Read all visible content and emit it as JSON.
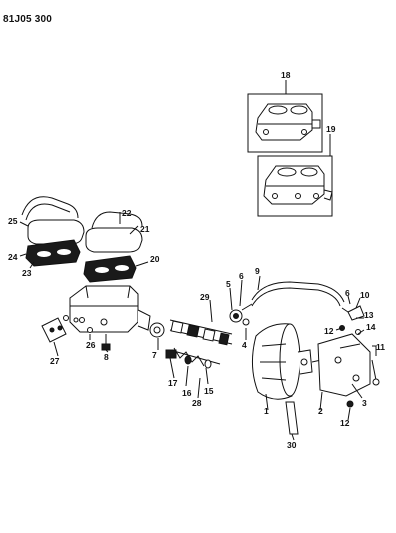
{
  "page_code": "81J05 300",
  "callouts": {
    "c1": "1",
    "c2": "2",
    "c3": "3",
    "c4": "4",
    "c5": "5",
    "c6a": "6",
    "c6b": "6",
    "c7": "7",
    "c8": "8",
    "c9": "9",
    "c10": "10",
    "c11": "11",
    "c12a": "12",
    "c12b": "12",
    "c13": "13",
    "c14": "14",
    "c15": "15",
    "c16": "16",
    "c17": "17",
    "c18": "18",
    "c19": "19",
    "c20": "20",
    "c21": "21",
    "c22": "22",
    "c23": "23",
    "c24": "24",
    "c25": "25",
    "c26": "26",
    "c27": "27",
    "c28": "28",
    "c29": "29",
    "c30": "30"
  }
}
